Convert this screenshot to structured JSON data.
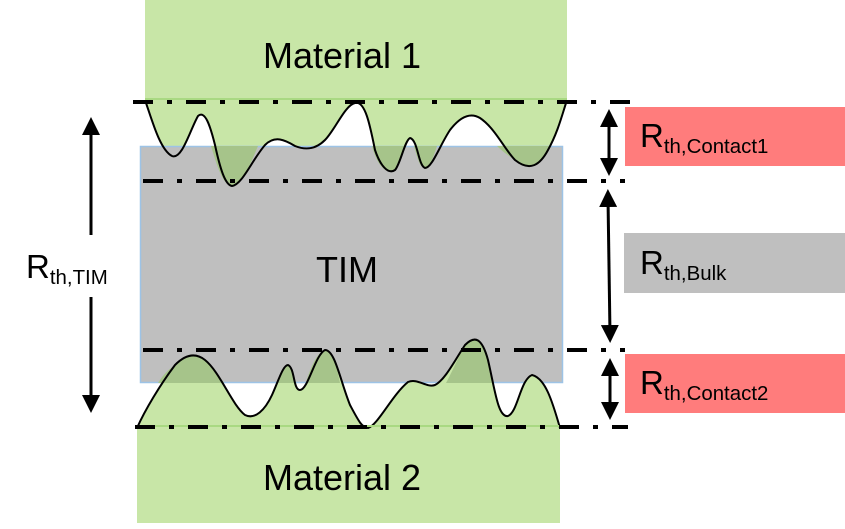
{
  "title": "TIM thermal resistance schematic",
  "colors": {
    "material": "#c8e6a7",
    "material_edge": "#a9d982",
    "tim": "#bfbfbf",
    "tim_border": "#9dc3e6",
    "contact_box": "#ff7c7c",
    "bulk_box": "#bfbfbf",
    "overlap": "#a6c48a",
    "line": "#000000"
  },
  "layers": {
    "material1": "Material 1",
    "tim": "TIM",
    "material2": "Material 2"
  },
  "left_label": {
    "main": "R",
    "sub": "th,TIM"
  },
  "right_labels": [
    {
      "id": "contact1",
      "main": "R",
      "sub": "th,Contact1",
      "color_key": "contact_box"
    },
    {
      "id": "bulk",
      "main": "R",
      "sub": "th,Bulk",
      "color_key": "bulk_box"
    },
    {
      "id": "contact2",
      "main": "R",
      "sub": "th,Contact2",
      "color_key": "contact_box"
    }
  ]
}
